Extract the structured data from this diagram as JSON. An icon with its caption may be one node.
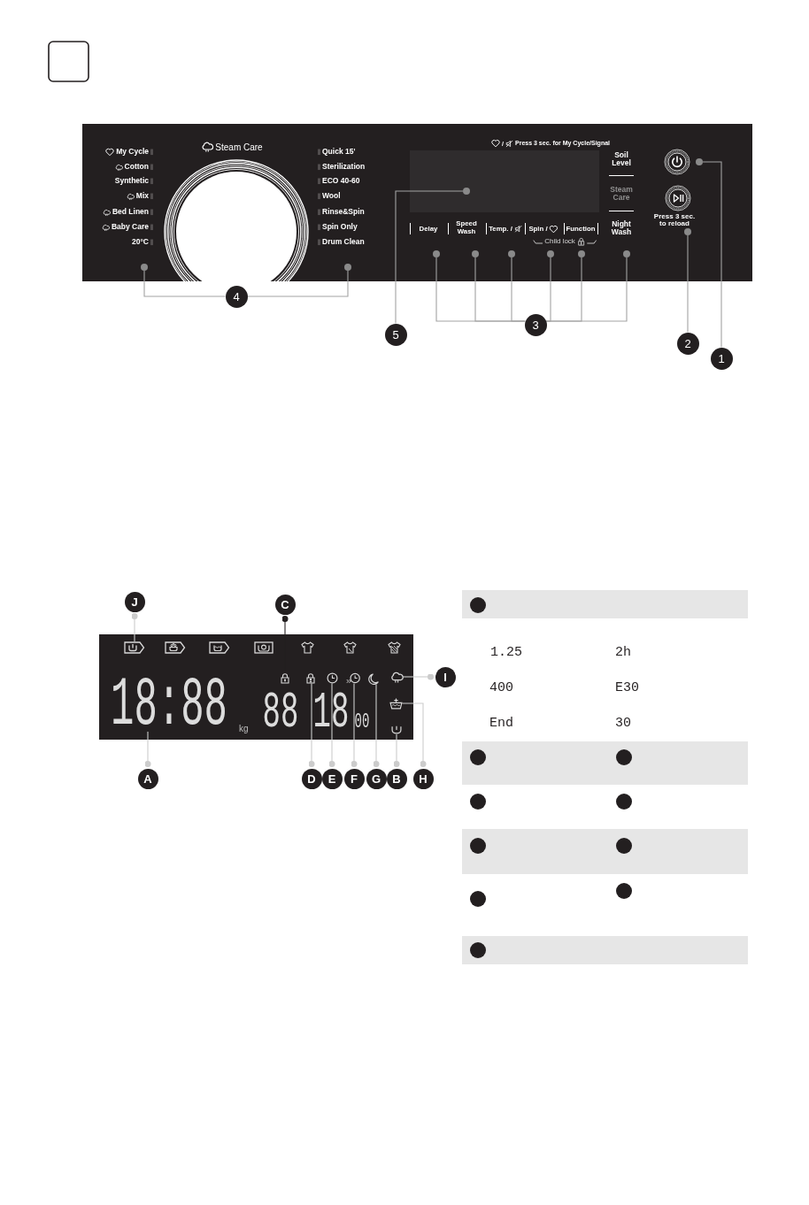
{
  "diagram": {
    "nodes": [
      {
        "text": [],
        "shape": "circle"
      },
      {
        "text": [],
        "shape": "circle"
      },
      {
        "text": [],
        "shape": "circle"
      },
      {
        "text": [],
        "shape": "circle"
      },
      {
        "text": [],
        "shape": "circle"
      },
      {
        "text": [],
        "shape": "circle"
      },
      {
        "text": [],
        "shape": "circle"
      },
      {
        "text": [],
        "shape": "circle"
      },
      {
        "text": [],
        "shape": "circle"
      },
      {
        "text": [],
        "shape": "circle"
      },
      {
        "text": [],
        "shape": "circle"
      },
      {
        "text": [
          "4"
        ]
      },
      {
        "text": [
          "3"
        ]
      },
      {
        "text": [
          "5"
        ]
      },
      {
        "text": [
          "2"
        ]
      },
      {
        "text": [
          "1"
        ]
      },
      {
        "text": [
          "J"
        ]
      },
      {
        "text": [
          "C"
        ]
      },
      {
        "text": [],
        "shape": "picture"
      },
      {
        "text": [],
        "shape": "picture"
      },
      {
        "text": [],
        "shape": "picture"
      },
      {
        "text": [],
        "shape": "picture"
      },
      {
        "text": [],
        "shape": "picture"
      },
      {
        "text": [],
        "shape": "picture"
      },
      {
        "text": [],
        "shape": "picture"
      },
      {
        "text": [
          "I"
        ]
      },
      {
        "text": [
          "18:88"
        ]
      },
      {
        "text": [],
        "shape": "picture"
      },
      {
        "text": [],
        "shape": "picture"
      },
      {
        "text": [
          "A"
        ]
      },
      {
        "text": [
          "D"
        ]
      },
      {
        "text": [
          "E"
        ]
      },
      {
        "text": [
          "F"
        ]
      },
      {
        "text": [
          "G"
        ]
      },
      {
        "text": [
          "B"
        ]
      },
      {
        "text": [
          "H"
        ]
      }
    ],
    "edges": [
      {
        "from": 11,
        "to": 0,
        "arrow": "none"
      },
      {
        "from": 11,
        "to": 1,
        "arrow": "none"
      },
      {
        "from": 12,
        "to": 2,
        "arrow": "none"
      },
      {
        "from": 12,
        "to": 4,
        "arrow": "none"
      },
      {
        "from": 12,
        "to": 5,
        "arrow": "none"
      },
      {
        "from": 12,
        "to": 6,
        "arrow": "none"
      },
      {
        "from": 12,
        "to": 7,
        "arrow": "none"
      },
      {
        "from": 12,
        "to": 8,
        "arrow": "none"
      },
      {
        "from": 13,
        "to": 3,
        "arrow": "none"
      },
      {
        "from": 14,
        "to": 9,
        "arrow": "none"
      },
      {
        "from": 15,
        "to": 10,
        "arrow": "none"
      },
      {
        "from": 16,
        "to": 18,
        "arrow": "other",
        "color": "#cccccc"
      },
      {
        "from": 17,
        "to": 19,
        "arrow": "other",
        "color": "#231f20"
      },
      {
        "from": 25,
        "to": 24,
        "arrow": "other",
        "color": "#cccccc"
      },
      {
        "from": 29,
        "to": 26,
        "arrow": "other",
        "color": "#cccccc"
      },
      {
        "from": 30,
        "to": 20,
        "arrow": "other",
        "color": "#cccccc"
      },
      {
        "from": 31,
        "to": 21,
        "arrow": "other",
        "color": "#cccccc"
      },
      {
        "from": 32,
        "to": 22,
        "arrow": "other",
        "color": "#cccccc"
      },
      {
        "from": 33,
        "to": 23,
        "arrow": "other",
        "color": "#cccccc"
      },
      {
        "from": 34,
        "to": 28,
        "arrow": "other",
        "color": "#cccccc"
      },
      {
        "from": 35,
        "to": 27,
        "arrow": "other",
        "color": "#cccccc"
      }
    ],
    "labels": [
      "My Cycle",
      "Cotton",
      "Synthetic",
      "Mix",
      "Bed Linen",
      "Baby Care",
      "20°C",
      "Steam Care",
      "Quick 15'",
      "Sterilization",
      "ECO 40-60",
      "Wool",
      "Rinse&Spin",
      "Spin Only",
      "Drum Clean",
      "/",
      "Press 3 sec. for My Cycle/Signal",
      "Soil Level",
      "Steam Care",
      "Delay",
      "Speed Wash",
      "Temp. /",
      "Spin /",
      "Function",
      "Night Wash",
      "Child lock",
      "Press 3 sec. to reload",
      "kg",
      "88",
      "18",
      "00",
      "1.25",
      "2h",
      "400",
      "E30",
      "End",
      "30"
    ]
  }
}
